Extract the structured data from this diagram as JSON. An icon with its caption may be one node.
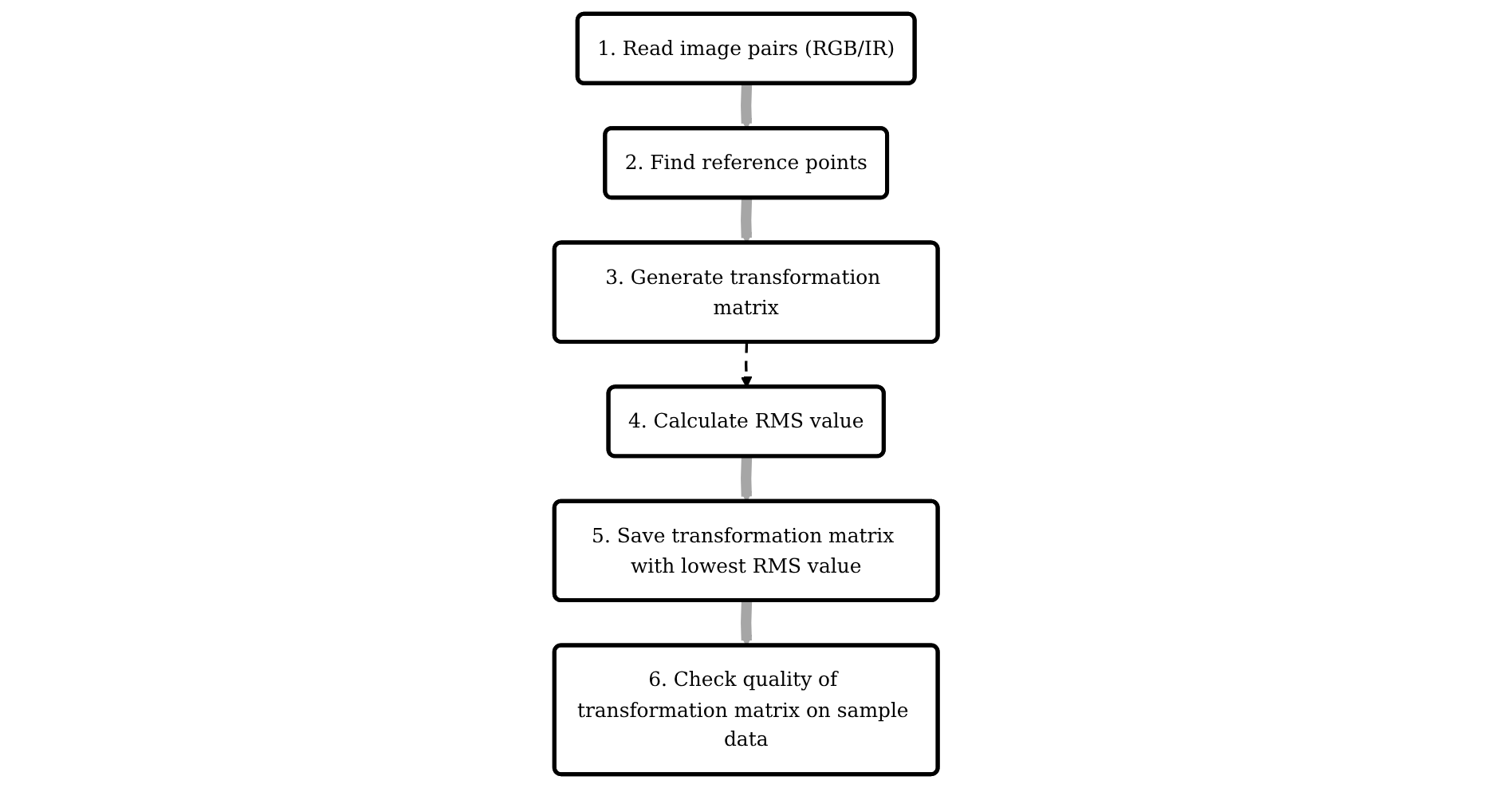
{
  "diagram": {
    "nodes": [
      {
        "text": [
          "1. Read image pairs (RGB/IR)"
        ]
      },
      {
        "text": [
          "2. Find reference points"
        ]
      },
      {
        "text": [
          "3. Generate transformation matrix"
        ]
      },
      {
        "text": [
          "4. Calculate RMS value"
        ]
      },
      {
        "text": [
          "5. Save transformation matrix with lowest RMS value"
        ]
      },
      {
        "text": [
          "6. Check quality of transformation matrix on sample data"
        ]
      }
    ],
    "edges": [
      {
        "from": 0,
        "to": 1,
        "arrow": "to"
      },
      {
        "from": 1,
        "to": 2,
        "arrow": "to"
      },
      {
        "from": 2,
        "to": 3,
        "arrow": "to",
        "style": "dashed",
        "color": "#000000"
      },
      {
        "from": 3,
        "to": 4,
        "arrow": "to"
      },
      {
        "from": 4,
        "to": 5,
        "arrow": "to"
      }
    ]
  }
}
